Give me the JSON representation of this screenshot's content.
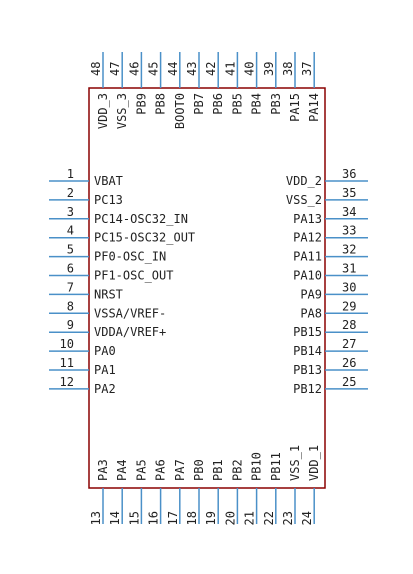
{
  "colors": {
    "body_outline": "#8a0000",
    "pin": "#4a90c8",
    "text": "#222222"
  },
  "left_pins": [
    {
      "num": "1",
      "label": "VBAT"
    },
    {
      "num": "2",
      "label": "PC13"
    },
    {
      "num": "3",
      "label": "PC14-OSC32_IN"
    },
    {
      "num": "4",
      "label": "PC15-OSC32_OUT"
    },
    {
      "num": "5",
      "label": "PF0-OSC_IN"
    },
    {
      "num": "6",
      "label": "PF1-OSC_OUT"
    },
    {
      "num": "7",
      "label": "NRST"
    },
    {
      "num": "8",
      "label": "VSSA/VREF-"
    },
    {
      "num": "9",
      "label": "VDDA/VREF+"
    },
    {
      "num": "10",
      "label": "PA0"
    },
    {
      "num": "11",
      "label": "PA1"
    },
    {
      "num": "12",
      "label": "PA2"
    }
  ],
  "right_pins": [
    {
      "num": "36",
      "label": "VDD_2"
    },
    {
      "num": "35",
      "label": "VSS_2"
    },
    {
      "num": "34",
      "label": "PA13"
    },
    {
      "num": "33",
      "label": "PA12"
    },
    {
      "num": "32",
      "label": "PA11"
    },
    {
      "num": "31",
      "label": "PA10"
    },
    {
      "num": "30",
      "label": "PA9"
    },
    {
      "num": "29",
      "label": "PA8"
    },
    {
      "num": "28",
      "label": "PB15"
    },
    {
      "num": "27",
      "label": "PB14"
    },
    {
      "num": "26",
      "label": "PB13"
    },
    {
      "num": "25",
      "label": "PB12"
    }
  ],
  "top_pins": [
    {
      "num": "48",
      "label": "VDD_3"
    },
    {
      "num": "47",
      "label": "VSS_3"
    },
    {
      "num": "46",
      "label": "PB9"
    },
    {
      "num": "45",
      "label": "PB8"
    },
    {
      "num": "44",
      "label": "BOOT0"
    },
    {
      "num": "43",
      "label": "PB7"
    },
    {
      "num": "42",
      "label": "PB6"
    },
    {
      "num": "41",
      "label": "PB5"
    },
    {
      "num": "40",
      "label": "PB4"
    },
    {
      "num": "39",
      "label": "PB3"
    },
    {
      "num": "38",
      "label": "PA15"
    },
    {
      "num": "37",
      "label": "PA14"
    }
  ],
  "bottom_pins": [
    {
      "num": "13",
      "label": "PA3"
    },
    {
      "num": "14",
      "label": "PA4"
    },
    {
      "num": "15",
      "label": "PA5"
    },
    {
      "num": "16",
      "label": "PA6"
    },
    {
      "num": "17",
      "label": "PA7"
    },
    {
      "num": "18",
      "label": "PB0"
    },
    {
      "num": "19",
      "label": "PB1"
    },
    {
      "num": "20",
      "label": "PB2"
    },
    {
      "num": "21",
      "label": "PB10"
    },
    {
      "num": "22",
      "label": "PB11"
    },
    {
      "num": "23",
      "label": "VSS_1"
    },
    {
      "num": "24",
      "label": "VDD_1"
    }
  ]
}
